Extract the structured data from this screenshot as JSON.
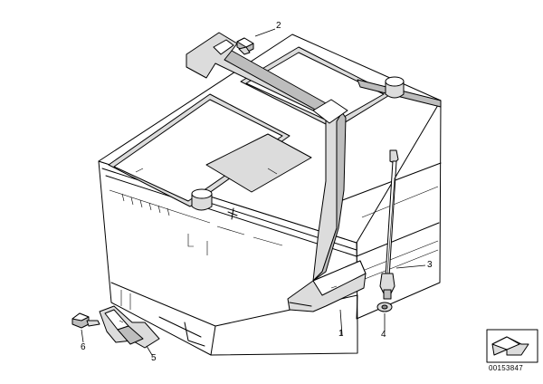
{
  "diagram": {
    "callouts": {
      "c1": "1",
      "c2": "2",
      "c3": "3",
      "c4": "4",
      "c5": "5",
      "c6": "6"
    },
    "document_number": "00153847",
    "parts": [
      {
        "callout": "1",
        "part": "battery-holding-bracket"
      },
      {
        "callout": "2",
        "part": "bolt"
      },
      {
        "callout": "3",
        "part": "tie-rod"
      },
      {
        "callout": "4",
        "part": "washer"
      },
      {
        "callout": "5",
        "part": "retaining-clamp"
      },
      {
        "callout": "6",
        "part": "bolt"
      }
    ],
    "icons": {
      "stamp": "direction-arrow-icon"
    }
  }
}
